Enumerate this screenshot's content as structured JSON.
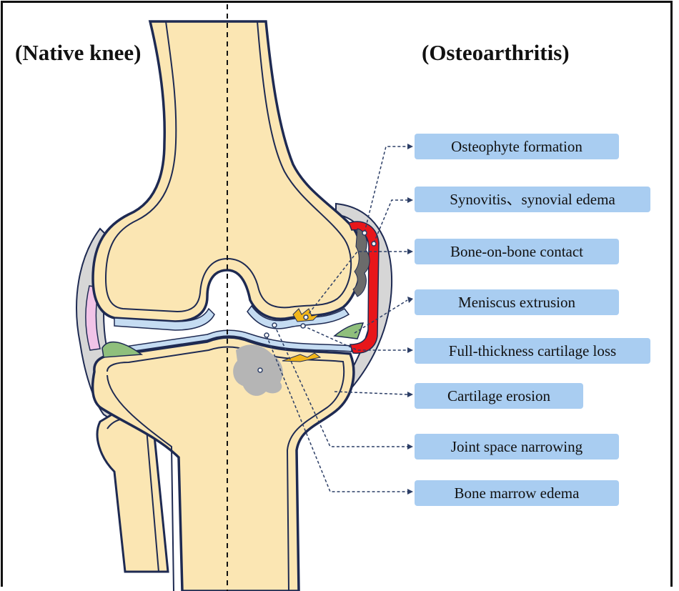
{
  "headers": {
    "left": "(Native knee)",
    "right": "(Osteoarthritis)"
  },
  "labels": [
    "Osteophyte formation",
    "Synovitis、synovial edema",
    "Bone-on-bone contact",
    "Meniscus extrusion",
    "Full-thickness cartilage loss",
    "Cartilage erosion",
    "Joint space narrowing",
    "Bone marrow edema"
  ],
  "colors": {
    "bone_fill": "#fbe6b3",
    "bone_outline": "#1e2a52",
    "cartilage_band": "#f6d98a",
    "cartilage_blue": "#c5dcf2",
    "capsule_gray": "#d6d6d6",
    "synovium_red": "#e8161a",
    "meniscus_green": "#8fbf7c",
    "synovial_pink": "#f1c4e8",
    "edema_gray": "#b5b5b5",
    "lesion_orange": "#f2b61b",
    "label_fill": "#a9cdf1"
  }
}
